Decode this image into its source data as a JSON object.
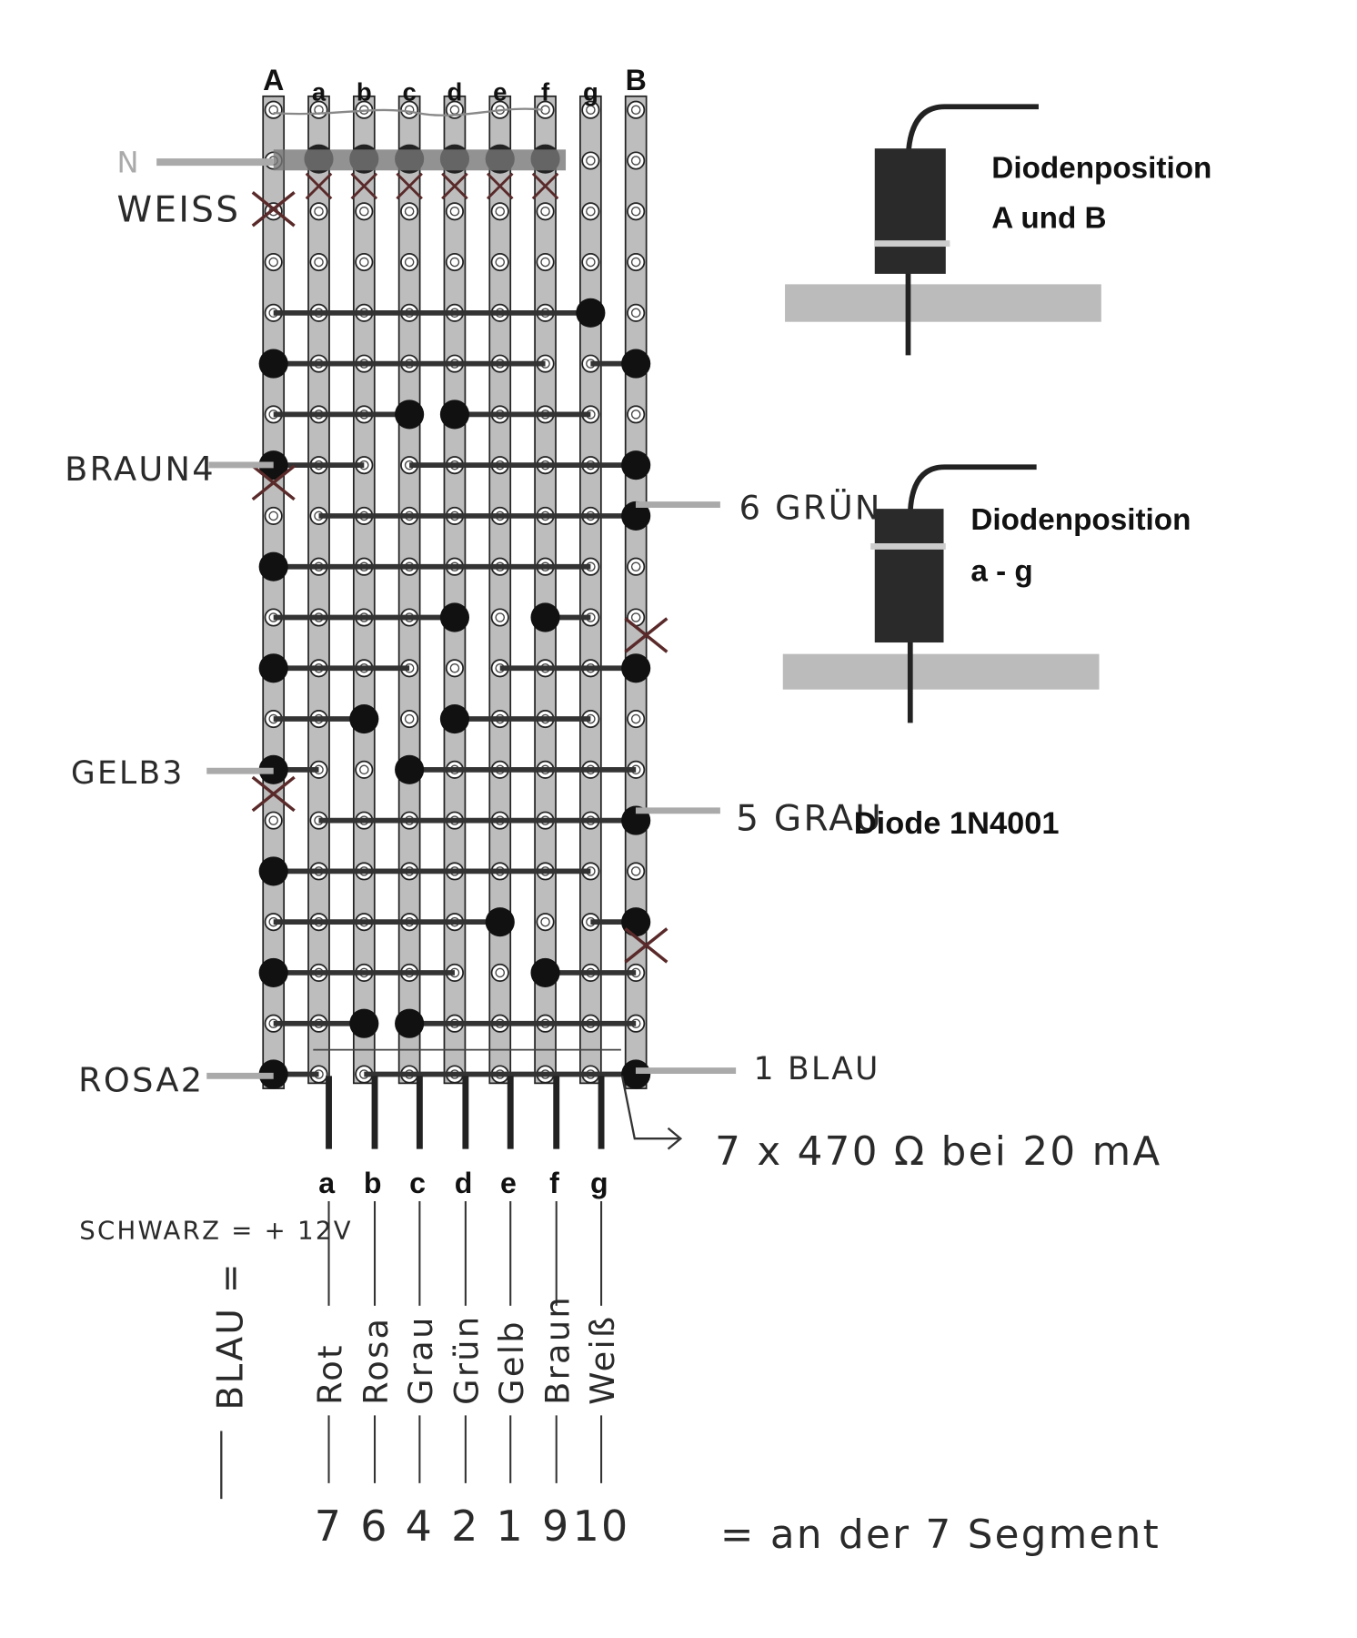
{
  "board": {
    "columns": [
      "A",
      "a",
      "b",
      "c",
      "d",
      "e",
      "f",
      "g",
      "B"
    ],
    "row_count": 20,
    "wires": [
      {
        "row": 4,
        "from": "A",
        "to": "g",
        "dot": "g"
      },
      {
        "row": 5,
        "from": "A",
        "to": "f",
        "dot": "A"
      },
      {
        "row": 5,
        "from": "g",
        "to": "B",
        "dot": "B"
      },
      {
        "row": 6,
        "from": "A",
        "to": "c",
        "dot": "c"
      },
      {
        "row": 6,
        "from": "d",
        "to": "g",
        "dot": "d"
      },
      {
        "row": 7,
        "from": "A",
        "to": "b",
        "dot": "A"
      },
      {
        "row": 7,
        "from": "c",
        "to": "B",
        "dot": "B"
      },
      {
        "row": 8,
        "from": "a",
        "to": "B",
        "dot": "B"
      },
      {
        "row": 9,
        "from": "A",
        "to": "g",
        "dot": "A"
      },
      {
        "row": 10,
        "from": "A",
        "to": "d",
        "dot": "d"
      },
      {
        "row": 10,
        "from": "f",
        "to": "g",
        "dot": "f"
      },
      {
        "row": 11,
        "from": "A",
        "to": "c",
        "dot": "A"
      },
      {
        "row": 11,
        "from": "e",
        "to": "B",
        "dot": "B"
      },
      {
        "row": 12,
        "from": "A",
        "to": "b",
        "dot": "b"
      },
      {
        "row": 12,
        "from": "d",
        "to": "g",
        "dot": "d"
      },
      {
        "row": 13,
        "from": "A",
        "to": "a",
        "dot": "A"
      },
      {
        "row": 13,
        "from": "c",
        "to": "B",
        "dot": "c"
      },
      {
        "row": 14,
        "from": "a",
        "to": "B",
        "dot": "B"
      },
      {
        "row": 15,
        "from": "A",
        "to": "g",
        "dot": "A"
      },
      {
        "row": 16,
        "from": "A",
        "to": "e",
        "dot": "e"
      },
      {
        "row": 16,
        "from": "g",
        "to": "B",
        "dot": "B"
      },
      {
        "row": 17,
        "from": "A",
        "to": "d",
        "dot": "A"
      },
      {
        "row": 17,
        "from": "f",
        "to": "B",
        "dot": "f"
      },
      {
        "row": 18,
        "from": "A",
        "to": "b",
        "dot": "b"
      },
      {
        "row": 18,
        "from": "c",
        "to": "B",
        "dot": "c"
      },
      {
        "row": 19,
        "from": "A",
        "to": "a",
        "dot": "A"
      },
      {
        "row": 19,
        "from": "b",
        "to": "B",
        "dot": "B"
      }
    ]
  },
  "labels": {
    "n": "N",
    "weiss": "WEISS",
    "braun": "BRAUN4",
    "gruen": "6 GRÜN",
    "gelb": "GELB3",
    "grau": "5 GRAU",
    "rosa": "ROSA2",
    "blau": "1  BLAU",
    "resistors": "7 x 470 Ω bei 20 mA",
    "schwarz": "SCHWARZ = + 12V",
    "blau_eq": "BLAU =",
    "segment": "= an der 7 Segment"
  },
  "legend": {
    "diode_ab_title": "Diodenposition",
    "diode_ab_sub": "A und B",
    "diode_ag_title": "Diodenposition",
    "diode_ag_sub": "a - g",
    "diode_type": "Diode 1N4001"
  },
  "outputs": [
    {
      "segment": "a",
      "color": "Rot",
      "pin": "7"
    },
    {
      "segment": "b",
      "color": "Rosa",
      "pin": "6"
    },
    {
      "segment": "c",
      "color": "Grau",
      "pin": "4"
    },
    {
      "segment": "d",
      "color": "Grün",
      "pin": "2"
    },
    {
      "segment": "e",
      "color": "Gelb",
      "pin": "1"
    },
    {
      "segment": "f",
      "color": "Braun",
      "pin": "9"
    },
    {
      "segment": "g",
      "color": "Weiß",
      "pin": "10"
    }
  ]
}
